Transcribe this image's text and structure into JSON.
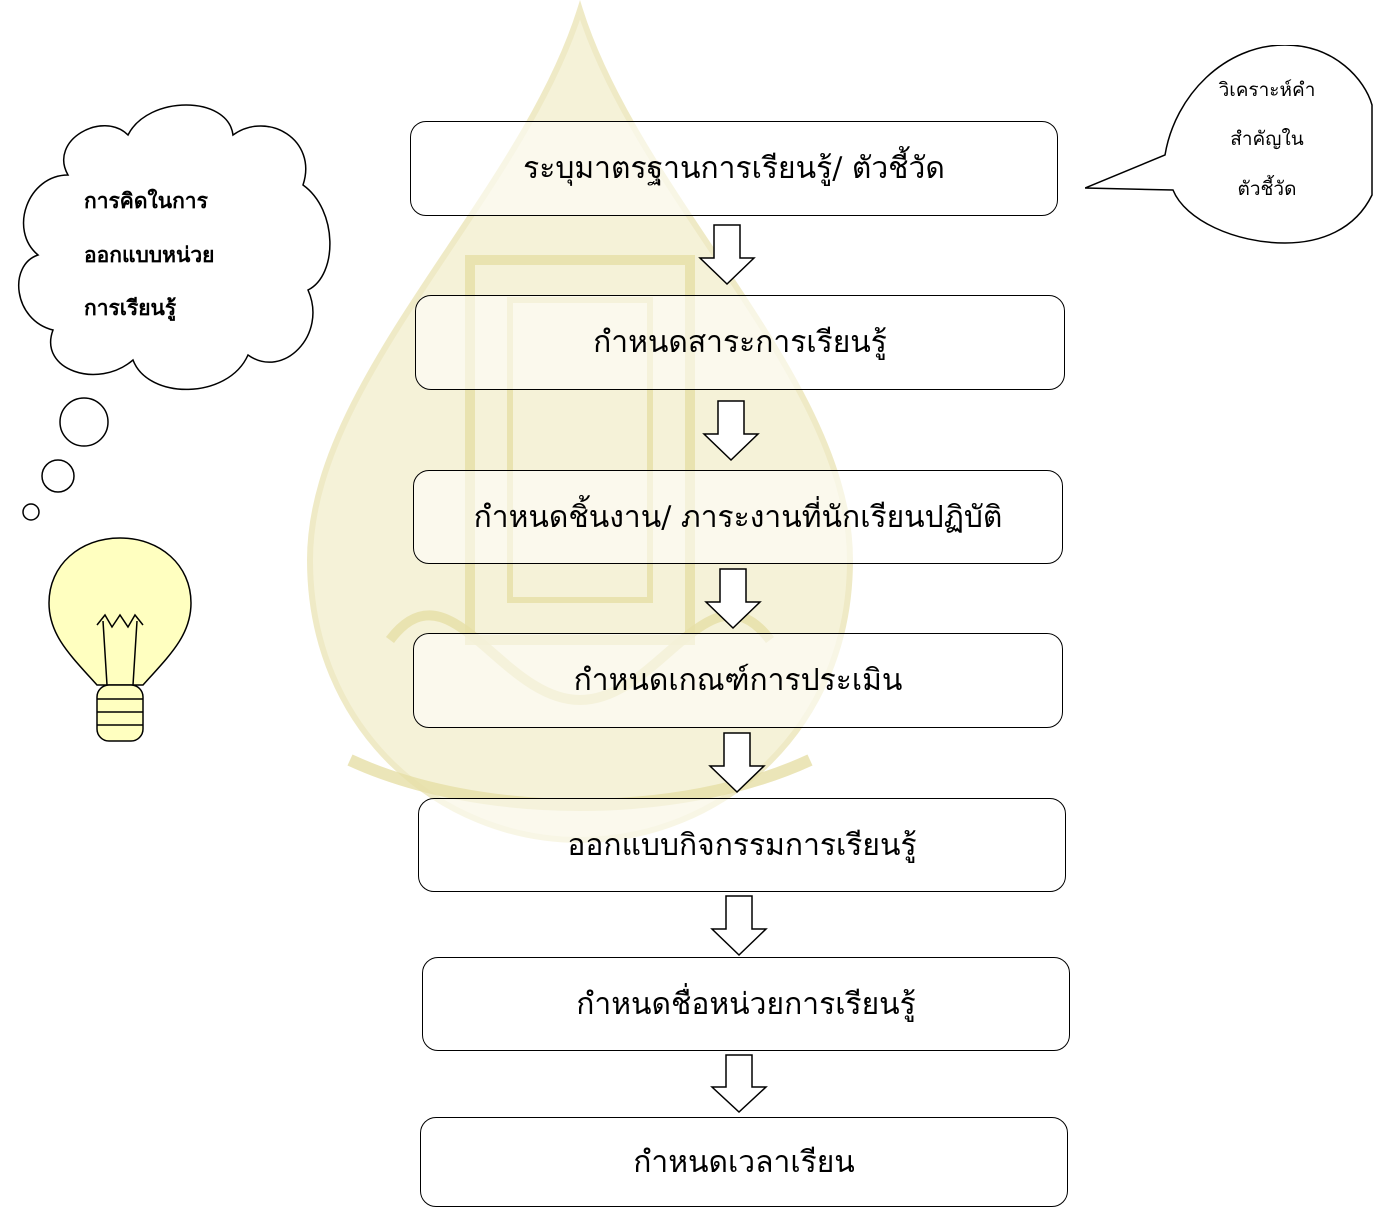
{
  "steps": [
    "ระบุมาตรฐานการเรียนรู้/ ตัวชี้วัด",
    "กำหนดสาระการเรียนรู้",
    "กำหนดชิ้นงาน/ ภาระงานที่นักเรียนปฏิบัติ",
    "กำหนดเกณฑ์การประเมิน",
    "ออกแบบกิจกรรมการเรียนรู้",
    "กำหนดชื่อหน่วยการเรียนรู้",
    "กำหนดเวลาเรียน"
  ],
  "thought_cloud": {
    "lines": [
      "การคิดในการ",
      "ออกแบบหน่วย",
      "การเรียนรู้"
    ]
  },
  "callout": {
    "lines": [
      "วิเคราะห์คำ",
      "สำคัญใน",
      "ตัวชี้วัด"
    ]
  },
  "colors": {
    "bulb_fill": "#ffffc0",
    "watermark": "#e8e3b0"
  }
}
